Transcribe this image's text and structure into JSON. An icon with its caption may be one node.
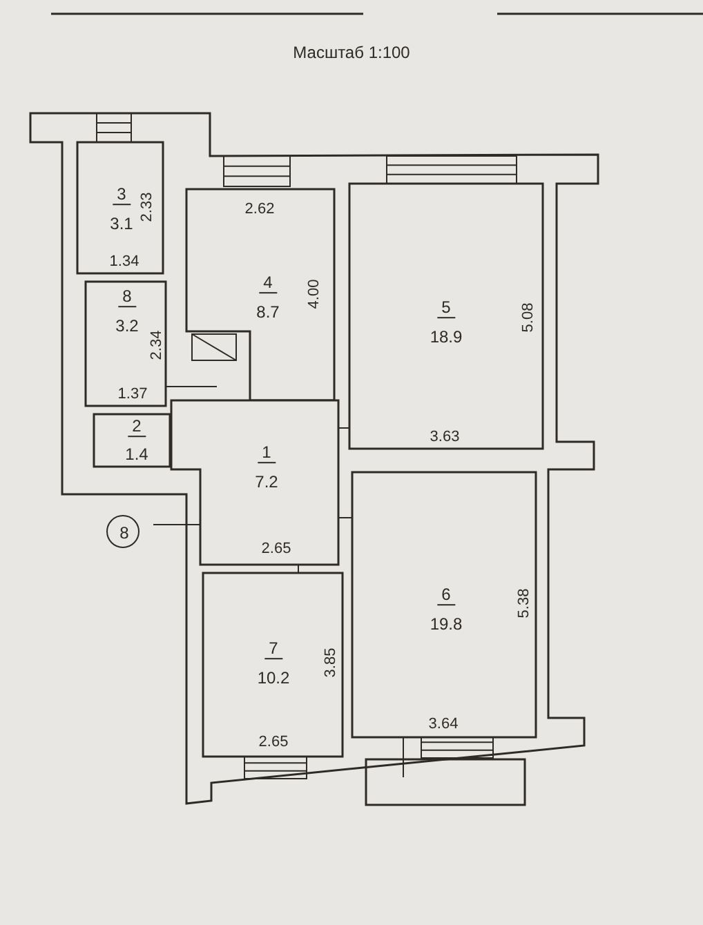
{
  "diagram": {
    "title": "Масштаб 1:100",
    "nodes": [
      {
        "text": [
          "3",
          "3.1",
          "2.33",
          "1.34"
        ]
      },
      {
        "text": [
          "2.62",
          "4",
          "8.7",
          "4.00"
        ]
      },
      {
        "text": [
          "5",
          "18.9",
          "5.08",
          "3.63"
        ]
      },
      {
        "text": [
          "8",
          "3.2",
          "2.34",
          "1.37"
        ]
      },
      {
        "text": [
          "2",
          "1.4"
        ]
      },
      {
        "text": [
          "1",
          "7.2",
          "2.65"
        ]
      },
      {
        "text": [
          "8"
        ]
      },
      {
        "text": [
          "7",
          "10.2",
          "3.85",
          "2.65"
        ]
      },
      {
        "text": [
          "6",
          "19.8",
          "5.38",
          "3.64"
        ]
      },
      {
        "text": [],
        "shape": "box"
      }
    ]
  }
}
